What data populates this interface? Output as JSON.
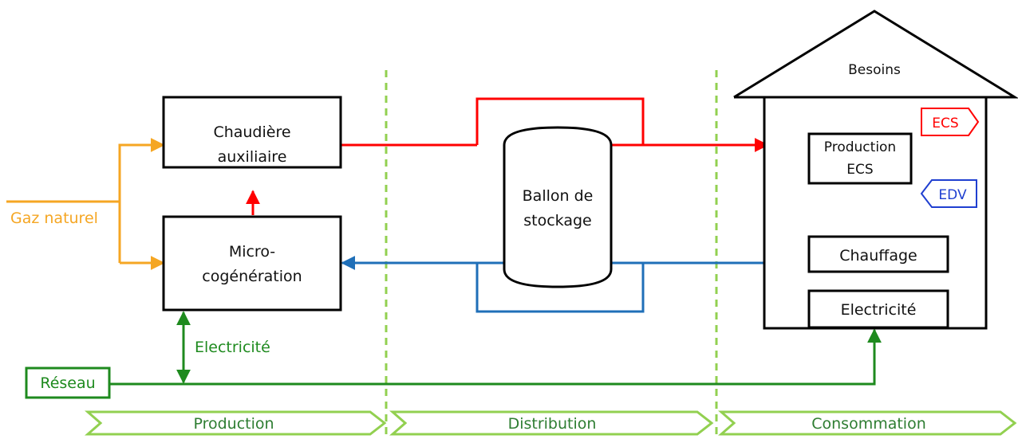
{
  "colors": {
    "hot_flow": "#ff0000",
    "cold_flow": "#1f6fb8",
    "gas": "#f5a623",
    "electricity": "#1e8a1e",
    "phase_border": "#92d050",
    "block_border": "#000000"
  },
  "sources": {
    "gas": "Gaz naturel",
    "grid": "Réseau",
    "electricity_label": "Electricité"
  },
  "production": {
    "boiler_line1": "Chaudière",
    "boiler_line2": "auxiliaire",
    "chp_line1": "Micro-",
    "chp_line2": "cogénération"
  },
  "distribution": {
    "tank_line1": "Ballon de",
    "tank_line2": "stockage"
  },
  "consumption": {
    "house_title": "Besoins",
    "dhw_production_line1": "Production",
    "dhw_production_line2": "ECS",
    "heating": "Chauffage",
    "electricity": "Electricité",
    "dhw_out": "ECS",
    "cold_water_in": "EDV"
  },
  "phases": [
    "Production",
    "Distribution",
    "Consommation"
  ]
}
